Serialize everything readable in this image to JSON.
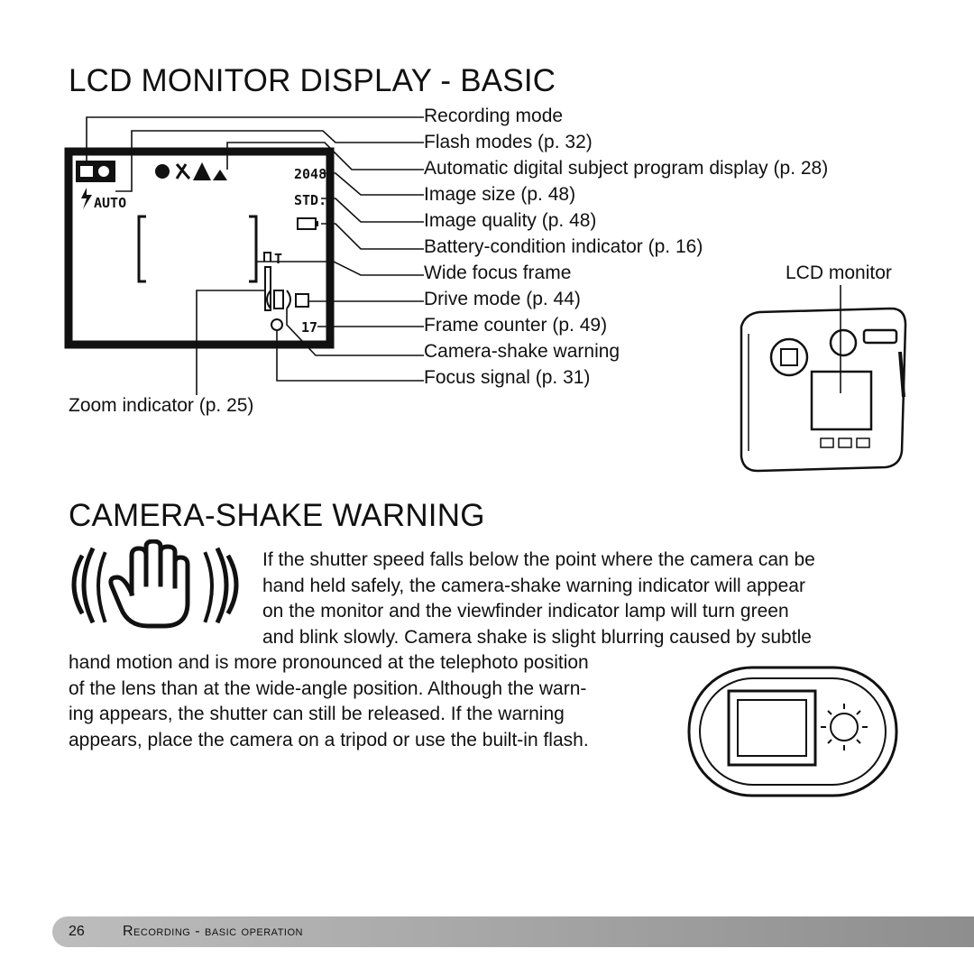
{
  "sections": {
    "lcd_title": "LCD MONITOR DISPLAY - BASIC",
    "shake_title": "CAMERA-SHAKE WARNING"
  },
  "lcd_labels": [
    "Recording mode",
    "Flash modes (p. 32)",
    "Automatic digital subject program display (p. 28)",
    "Image size (p. 48)",
    "Image quality (p. 48)",
    "Battery-condition indicator (p. 16)",
    "Wide focus frame",
    "Drive mode (p. 44)",
    "Frame counter (p. 49)",
    "Camera-shake warning",
    "Focus signal (p. 31)"
  ],
  "zoom_label": "Zoom indicator (p. 25)",
  "monitor_label": "LCD monitor",
  "screen_glyphs": {
    "flash_auto": "AUTO",
    "image_size": "2048",
    "image_quality": "STD.",
    "zoom_letter": "T",
    "frame_count": "17"
  },
  "shake_paragraph": {
    "lines_beside_icon": [
      "If the shutter speed falls below the point where the camera can be",
      "hand held safely,  the camera-shake warning indicator will appear",
      "on the monitor and the viewfinder indicator lamp will turn green",
      "and blink slowly.  Camera shake is slight blurring caused by subtle"
    ],
    "lines_full": [
      "hand motion and is more pronounced at the telephoto position",
      "of the lens than at the wide-angle position. Although the warn-",
      "ing appears, the shutter can still be released. If the warning",
      "appears, place the camera on a tripod or use the built-in flash."
    ]
  },
  "footer": {
    "page_number": "26",
    "section": "Recording - basic operation"
  }
}
